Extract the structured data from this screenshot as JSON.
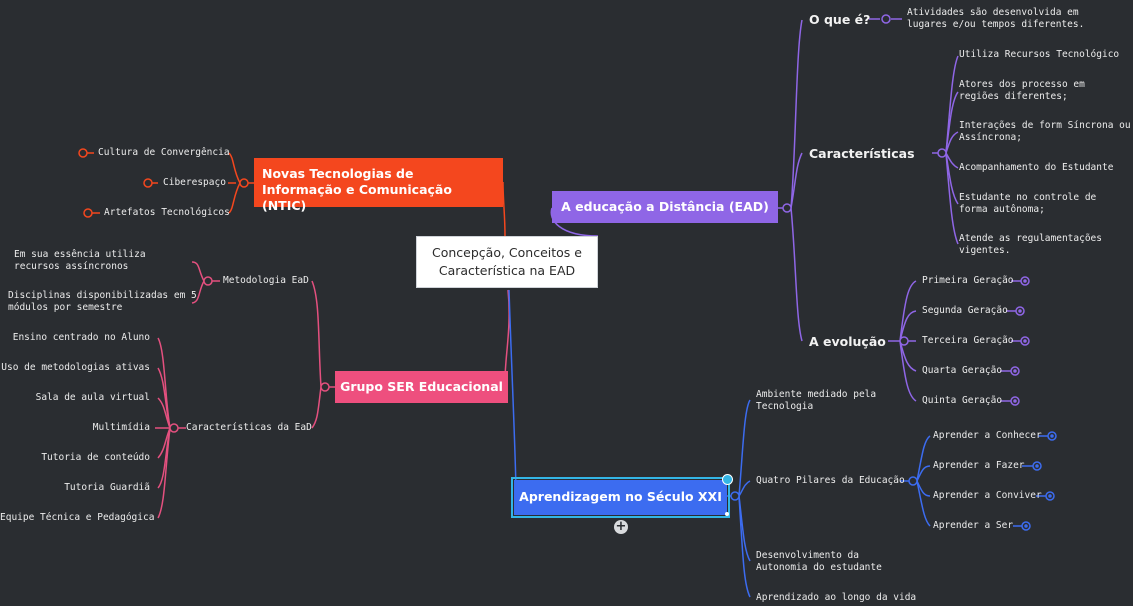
{
  "colors": {
    "background": "#2a2d31",
    "ntic": "#f4471e",
    "ser": "#ee4f7e",
    "ead": "#8f66e6",
    "xxi": "#3c6cf0",
    "pink_line": "#e4507f"
  },
  "center": {
    "label": "Concepção, Conceitos e Característica na EAD"
  },
  "ntic": {
    "title": "Novas Tecnologias de Informação e Comunicação (NTIC)",
    "items": [
      "Cultura de Convergência",
      "Ciberespaço",
      "Artefatos Tecnológicos"
    ]
  },
  "ser": {
    "title": "Grupo SER Educacional",
    "metodologia": {
      "label": "Metodologia EaD",
      "items": [
        "Em sua essência utiliza recursos assíncronos",
        "Disciplinas disponibilizadas em 5 módulos por semestre"
      ]
    },
    "caracteristicas": {
      "label": "Características da EaD",
      "items": [
        "Ensino centrado no Aluno",
        "Uso de metodologias ativas",
        "Sala de aula virtual",
        "Multimídia",
        "Tutoria de conteúdo",
        "Tutoria Guardiã",
        "Equipe Técnica e Pedagógica"
      ]
    }
  },
  "ead": {
    "title": "A educação a Distância (EAD)",
    "oque": {
      "label": "O que é?",
      "text": "Atividades são desenvolvida em lugares e/ou tempos diferentes."
    },
    "caracteristicas": {
      "label": "Características",
      "items": [
        "Utiliza Recursos Tecnológico",
        "Atores dos processo em regiões diferentes;",
        "Interações de form Síncrona ou Assíncrona;",
        "Acompanhamento do Estudante",
        "Estudante no controle de forma autônoma;",
        "Atende as regulamentações vigentes."
      ]
    },
    "evolucao": {
      "label": "A evolução",
      "items": [
        "Primeira Geração",
        "Segunda Geração",
        "Terceira Geração",
        "Quarta Geração",
        "Quinta Geração"
      ]
    }
  },
  "xxi": {
    "title": "Aprendizagem no Século XXI",
    "items": [
      "Ambiente mediado pela Tecnologia",
      "Quatro Pilares da Educação",
      "Desenvolvimento da Autonomia do estudante",
      "Aprendizado ao longo da vida"
    ],
    "pilares": [
      "Aprender a Conhecer",
      "Aprender a Fazer",
      "Aprender a Conviver",
      "Aprender a Ser"
    ]
  },
  "controls": {
    "add_symbol": "+"
  }
}
